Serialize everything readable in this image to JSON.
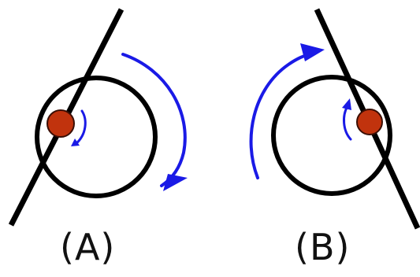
{
  "panels": {
    "a": {
      "label": "(A)",
      "colors": {
        "ring": "#000000",
        "line": "#000000",
        "dot_fill": "#C1330D",
        "dot_stroke": "#3A0E04",
        "arrow": "#1A1AE6"
      },
      "icons": {
        "outer_arrow": "clockwise-arc-arrow-down",
        "inner_arrow": "small-arc-arrow-down"
      }
    },
    "b": {
      "label": "(B)",
      "colors": {
        "ring": "#000000",
        "line": "#000000",
        "dot_fill": "#C1330D",
        "dot_stroke": "#3A0E04",
        "arrow": "#1A1AE6"
      },
      "icons": {
        "outer_arrow": "arc-arrow-up-right",
        "inner_arrow": "small-arc-arrow-up"
      }
    }
  }
}
